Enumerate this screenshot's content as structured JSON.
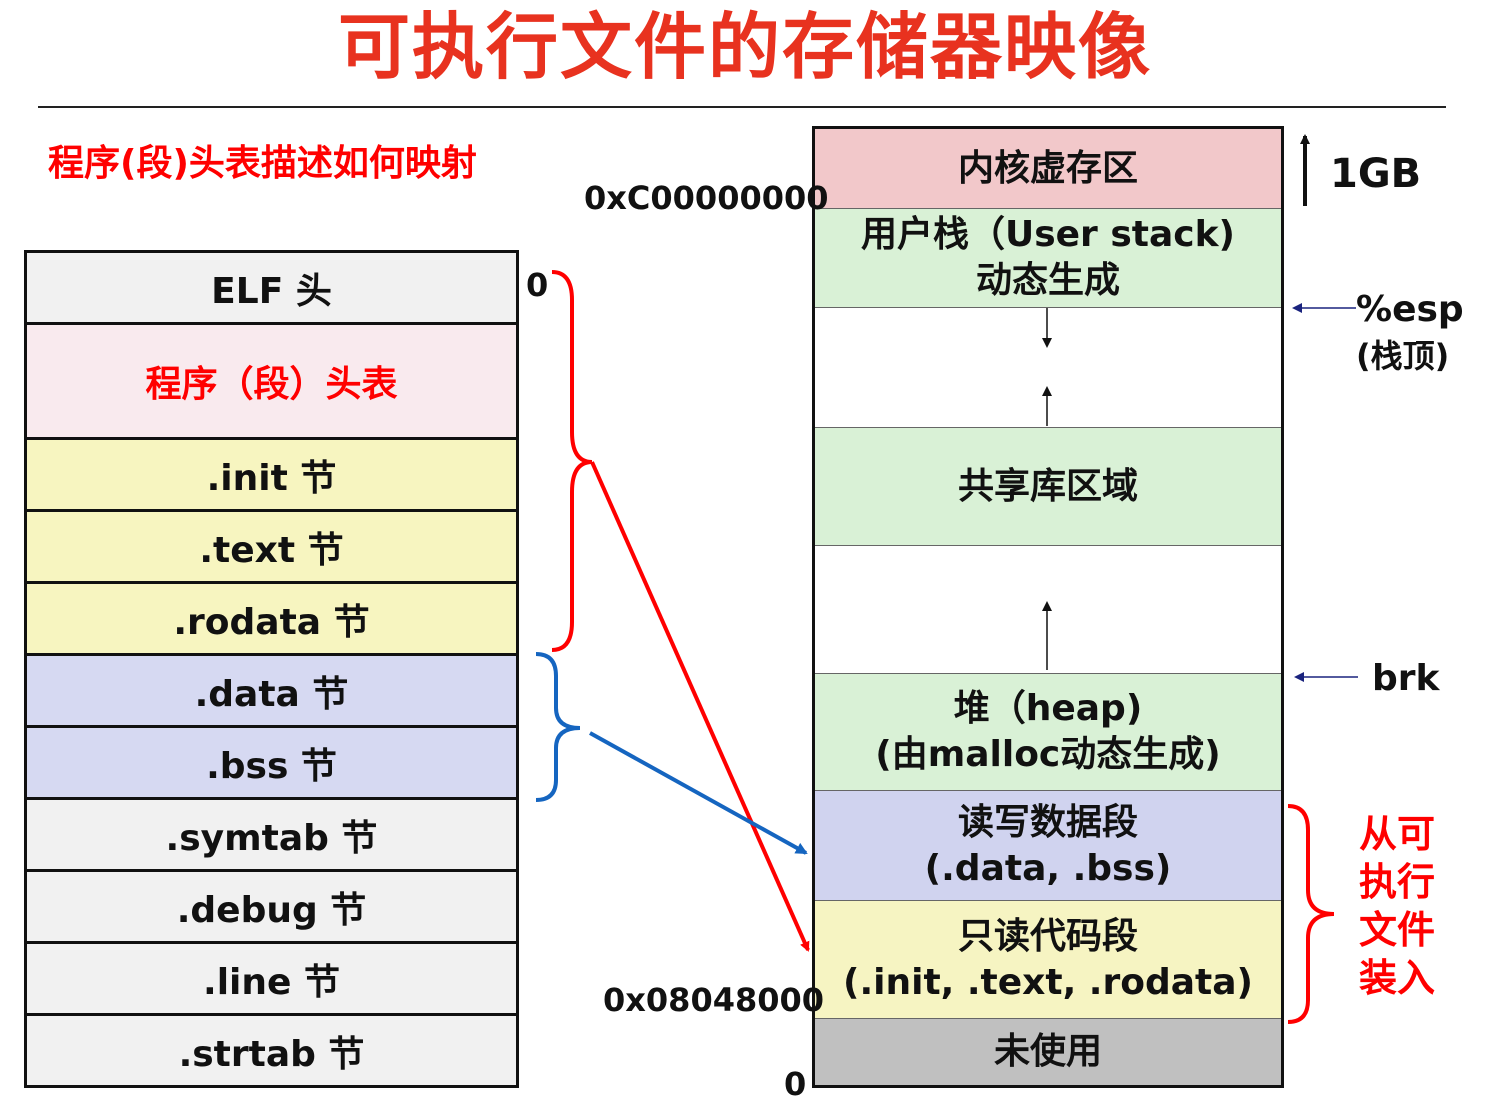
{
  "title": "可执行文件的存储器映像",
  "subtitle": "程序(段)头表描述如何映射",
  "elf_table": {
    "rows": [
      {
        "label": "ELF 头"
      },
      {
        "label": "程序（段）头表"
      },
      {
        "label": ".init 节"
      },
      {
        "label": ".text 节"
      },
      {
        "label": ".rodata 节"
      },
      {
        "label": ".data 节"
      },
      {
        "label": ".bss 节"
      },
      {
        "label": ".symtab 节"
      },
      {
        "label": ".debug 节"
      },
      {
        "label": ".line 节"
      },
      {
        "label": ".strtab 节"
      }
    ],
    "offset_label": "0"
  },
  "memory_map": {
    "rows": [
      {
        "line1": "内核虚存区",
        "line2": ""
      },
      {
        "line1": "用户栈（User stack)",
        "line2": "动态生成"
      },
      {
        "line1": "",
        "line2": ""
      },
      {
        "line1": "共享库区域",
        "line2": ""
      },
      {
        "line1": "",
        "line2": ""
      },
      {
        "line1": "堆（heap)",
        "line2": "(由malloc动态生成)"
      },
      {
        "line1": "读写数据段",
        "line2": "(.data, .bss)"
      },
      {
        "line1": "只读代码段",
        "line2": "(.init, .text, .rodata)"
      },
      {
        "line1": "未使用",
        "line2": ""
      }
    ],
    "addr_kernel": "0xC00000000",
    "addr_text": "0x08048000",
    "addr_zero": "0",
    "size_label": "1GB",
    "esp_label": "%esp",
    "esp_note": "(栈顶)",
    "brk_label": "brk",
    "load_note": [
      "从可",
      "执行",
      "文件",
      "装入"
    ]
  },
  "colors": {
    "title": "#e8321f",
    "red": "#ff0000",
    "blue": "#1565c0",
    "navy": "#1a237e"
  }
}
